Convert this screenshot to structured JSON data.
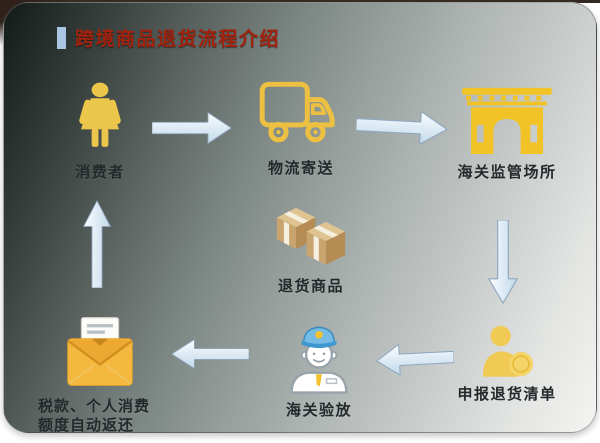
{
  "title": {
    "text": "跨境商品退货流程介绍",
    "color": "#a3220e",
    "bar_color": "#a9c6e2"
  },
  "nodes": {
    "consumer": {
      "label": "消费者",
      "icon": "woman-icon"
    },
    "logistics": {
      "label": "物流寄送",
      "icon": "delivery-truck-icon"
    },
    "customs_site": {
      "label": "海关监管场所",
      "icon": "customs-building-icon"
    },
    "returned_goods": {
      "label": "退货商品",
      "icon": "parcel-boxes-icon"
    },
    "declare_list": {
      "label": "申报退货清单",
      "icon": "person-coin-icon"
    },
    "customs_release": {
      "label": "海关验放",
      "icon": "customs-officer-icon"
    },
    "refund": {
      "label_line1": "税款、个人消费",
      "label_line2": "额度自动返还",
      "icon": "envelope-icon"
    }
  },
  "flow": [
    "consumer → logistics",
    "logistics → customs_site",
    "customs_site → declare_list",
    "declare_list → customs_release",
    "customs_release → refund",
    "refund → consumer"
  ],
  "colors": {
    "background_dark": "#131b19",
    "background_light": "#f4f4f2",
    "icon_yellow": "#eec94b",
    "building_yellow": "#f2c326",
    "arrow_fill_light": "#fafdff",
    "arrow_fill_dark": "#c2d9ea",
    "arrow_stroke": "#8fa8bf",
    "box_tan_top": "#dfc492",
    "box_tan_front": "#caa46e",
    "box_tan_side": "#b58c54",
    "officer_cap_blue": "#74bce6",
    "officer_cap_band": "#3f97cf",
    "envelope_orange": "#f5b83f",
    "label_color": "#23282b"
  }
}
